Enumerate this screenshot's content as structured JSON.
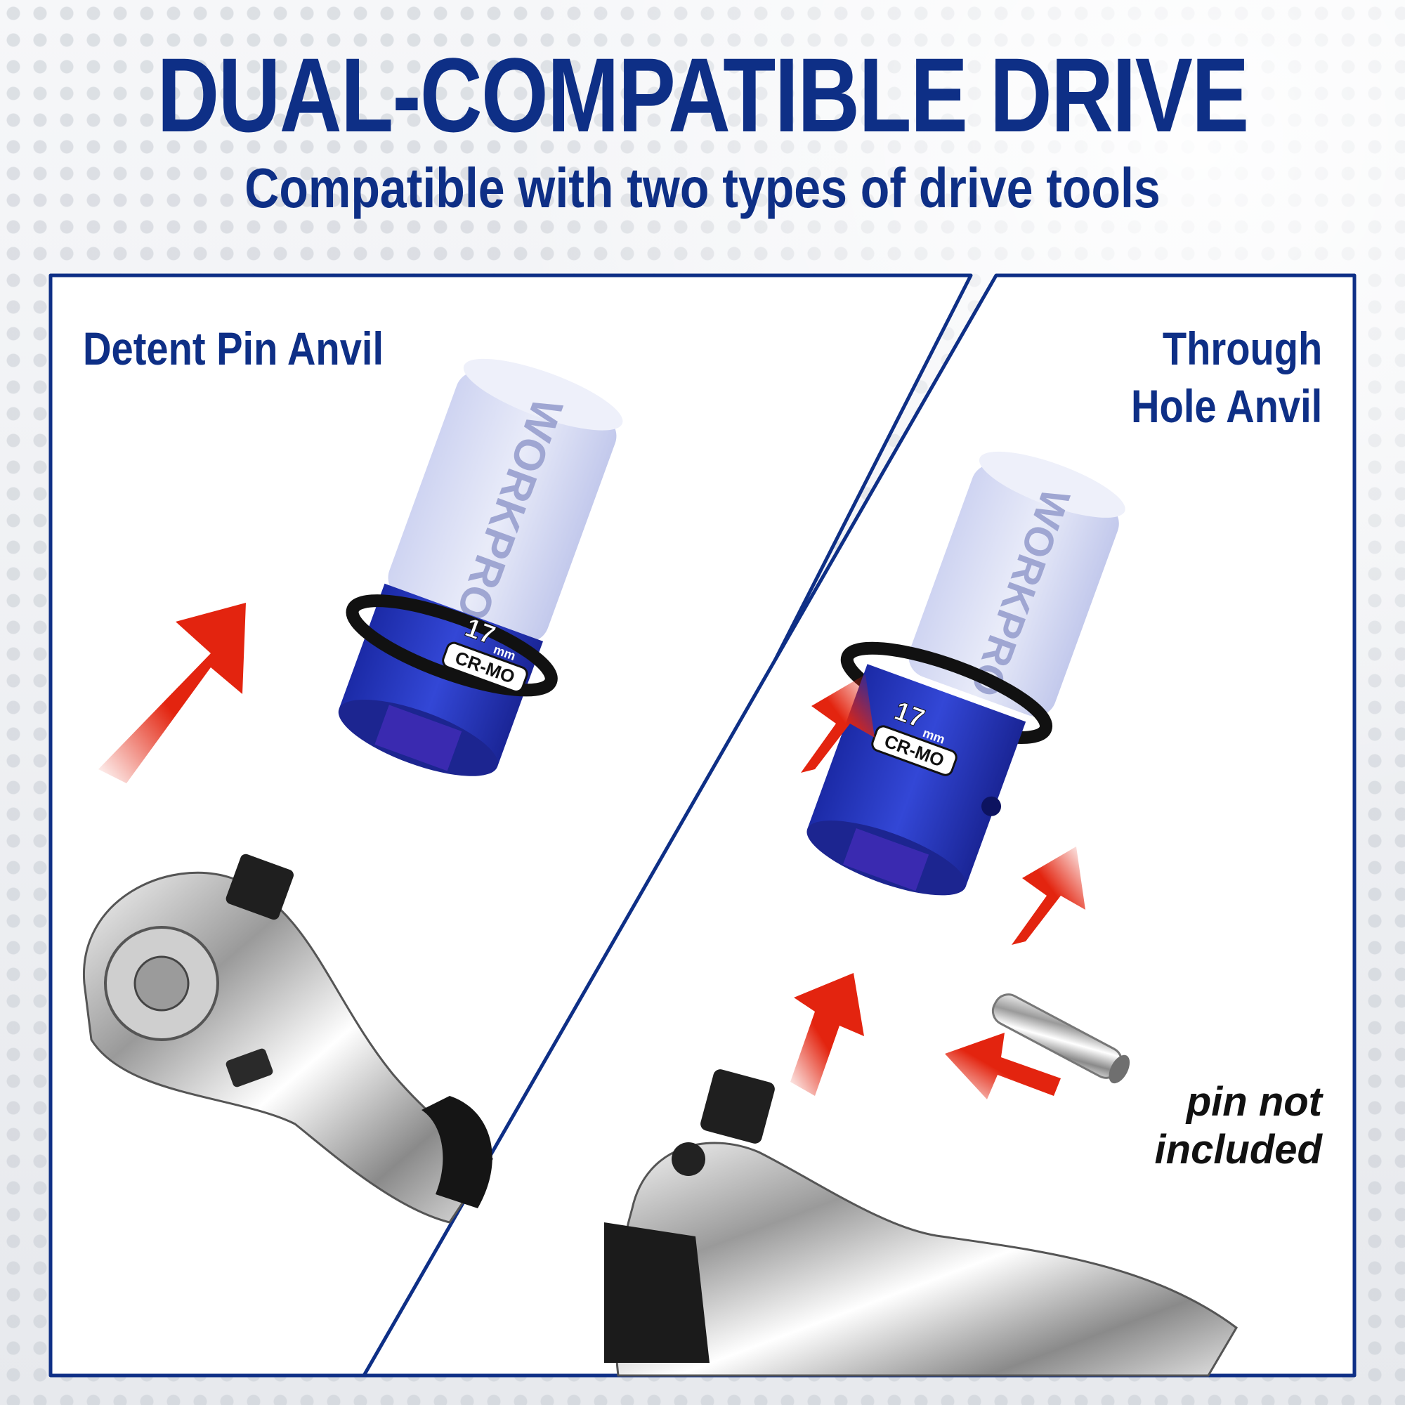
{
  "header": {
    "title": "DUAL-COMPATIBLE DRIVE",
    "subtitle": "Compatible with two types of drive tools"
  },
  "left_panel": {
    "label": "Detent Pin Anvil",
    "socket": {
      "brand": "WORKPRO",
      "size": "17",
      "unit": "mm",
      "material": "CR-MO"
    }
  },
  "right_panel": {
    "label_line1": "Through",
    "label_line2": "Hole Anvil",
    "socket": {
      "brand": "WORKPRO",
      "size": "17",
      "unit": "mm",
      "material": "CR-MO"
    },
    "note_line1": "pin not",
    "note_line2": "included"
  },
  "colors": {
    "brand_blue": "#0e2f86",
    "socket_blue": "#2436c4",
    "arrow_red": "#e3240f",
    "panel_bg": "#ffffff"
  }
}
